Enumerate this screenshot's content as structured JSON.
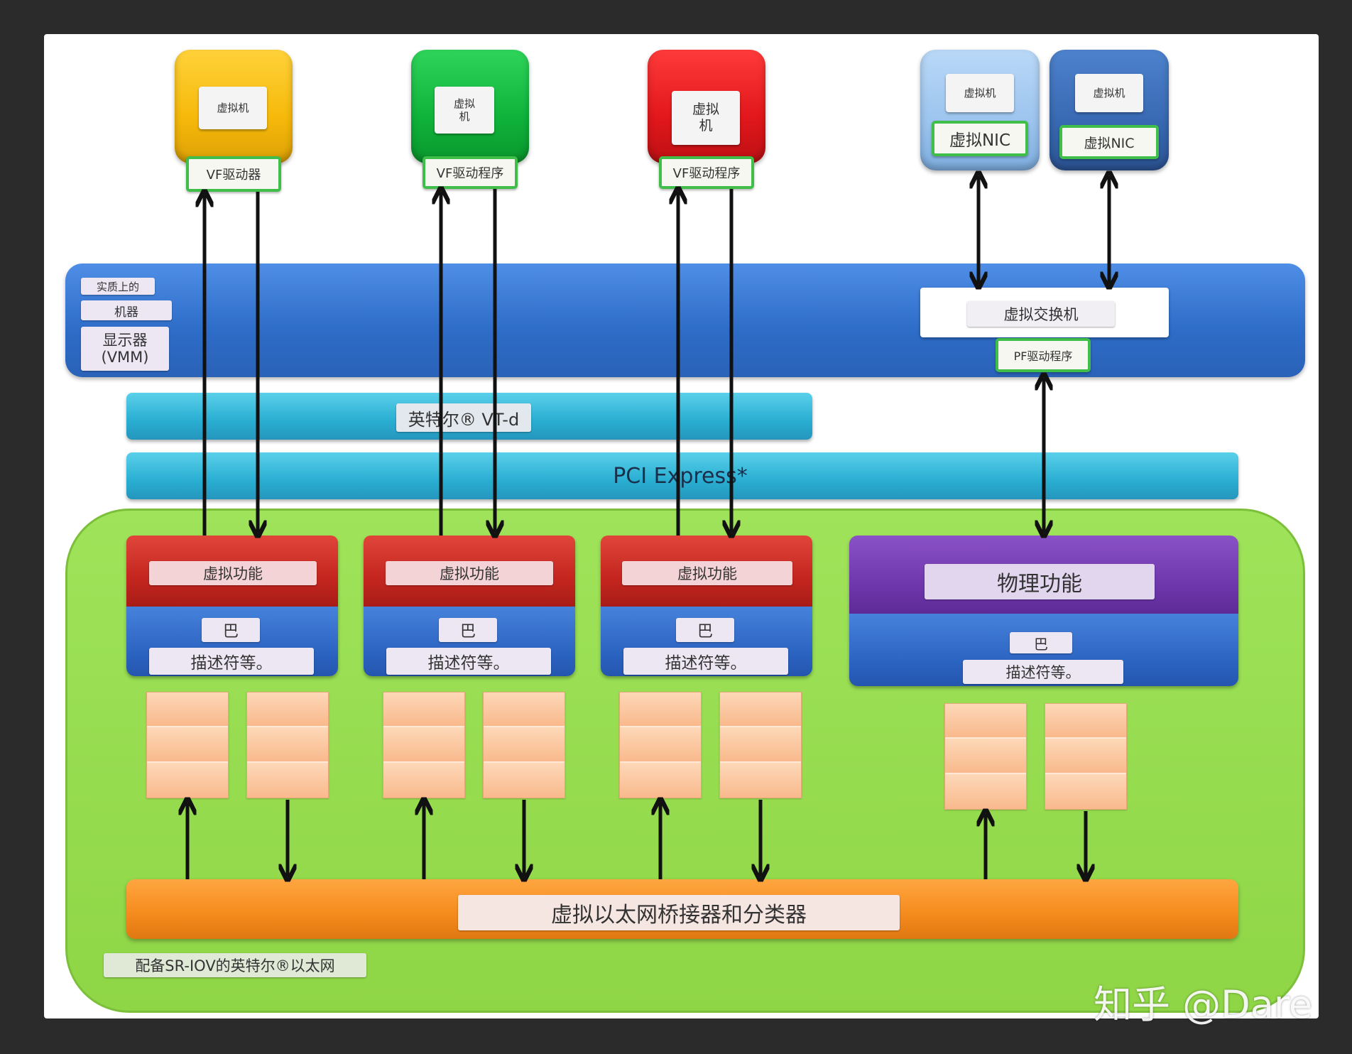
{
  "vms": [
    {
      "label": "虚拟机",
      "driver": "VF驱动器"
    },
    {
      "label": "虚拟\n机",
      "driver": "VF驱动程序"
    },
    {
      "label": "虚拟\n机",
      "driver": "VF驱动程序"
    },
    {
      "label": "虚拟机",
      "nic": "虚拟NIC"
    },
    {
      "label": "虚拟机",
      "nic": "虚拟NIC"
    }
  ],
  "vmm": {
    "line1": "实质上的",
    "line2": "机器",
    "line3": "显示器\n(VMM)",
    "switch": "虚拟交换机",
    "pf_driver": "PF驱动程序"
  },
  "vtd": "英特尔® VT-d",
  "pcie": "PCI Express*",
  "functions": {
    "vf_label": "虚拟功能",
    "pf_label": "物理功能",
    "bar": "巴",
    "descriptors": "描述符等。"
  },
  "bridge": "虚拟以太网桥接器和分类器",
  "nic_title": "配备SR-IOV的英特尔®以太网",
  "watermark": "知乎 @Dare",
  "colors": {
    "vm1": "#f6b90a",
    "vm2": "#0fb33a",
    "vm3": "#e1171b",
    "vm4": "#9cc4ee",
    "vm5": "#3869b2"
  }
}
